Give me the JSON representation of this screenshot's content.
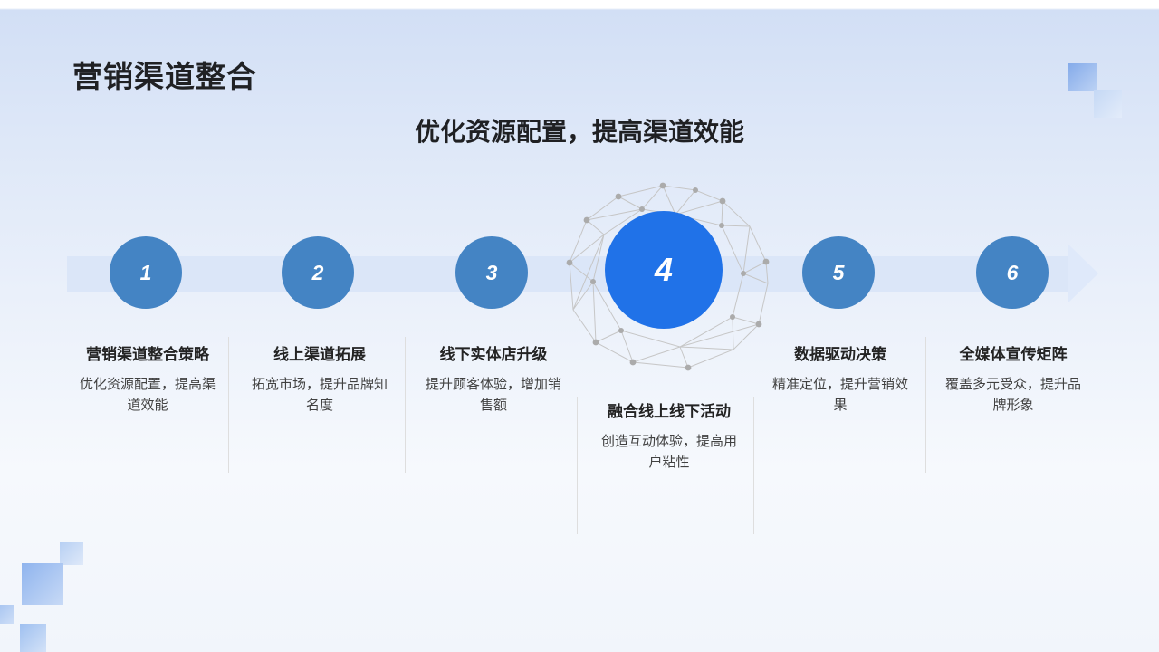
{
  "slide": {
    "title": "营销渠道整合",
    "subtitle": "优化资源配置，提高渠道效能"
  },
  "timeline": {
    "steps": [
      {
        "number": "1",
        "title": "营销渠道整合策略",
        "description": "优化资源配置，提高渠道效能",
        "highlighted": false
      },
      {
        "number": "2",
        "title": "线上渠道拓展",
        "description": "拓宽市场，提升品牌知名度",
        "highlighted": false
      },
      {
        "number": "3",
        "title": "线下实体店升级",
        "description": "提升顾客体验，增加销售额",
        "highlighted": false
      },
      {
        "number": "4",
        "title": "融合线上线下活动",
        "description": "创造互动体验，提高用户粘性",
        "highlighted": true
      },
      {
        "number": "5",
        "title": "数据驱动决策",
        "description": "精准定位，提升营销效果",
        "highlighted": false
      },
      {
        "number": "6",
        "title": "全媒体宣传矩阵",
        "description": "覆盖多元受众，提升品牌形象",
        "highlighted": false
      }
    ]
  },
  "colors": {
    "step_circle_fill": "#4484c4",
    "highlight_circle_fill": "#2072e8",
    "arrow_band": "#dbe6f8",
    "heading_text": "#202124",
    "description_text": "#414141",
    "mesh_line": "#c6c6c6",
    "divider": "#dedede"
  },
  "decorations": {
    "network_mesh": "wireframe-sphere-around-step-4",
    "corner_squares": [
      "top-right",
      "bottom-left"
    ]
  }
}
